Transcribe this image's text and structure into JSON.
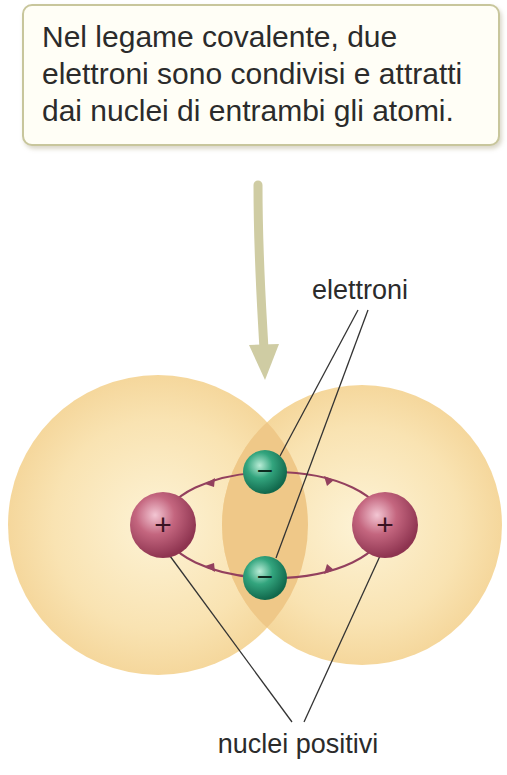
{
  "diagram": {
    "nodes": [
      {
        "text": [
          "Nel legame covalente, due elettroni sono condivisi e attratti dai nuclei di entrambi gli atomi."
        ]
      }
    ],
    "labels": [
      "elettroni",
      "+",
      "−",
      "−",
      "+",
      "nuclei positivi"
    ]
  }
}
